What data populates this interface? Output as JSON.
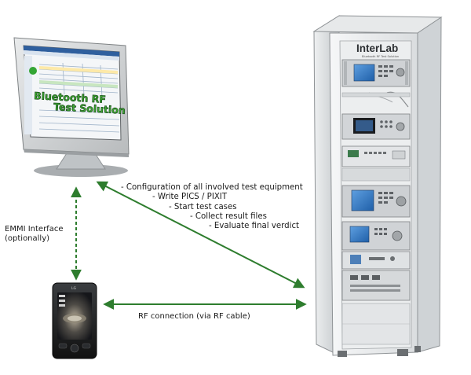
{
  "monitor": {
    "screen_title_line1": "Bluetooth RF",
    "screen_title_line2": "Test Solution"
  },
  "rack": {
    "brand": "InterLab",
    "brand_subtitle": "Bluetooth RF Test Solution"
  },
  "steps": [
    "- Configuration of all involved test equipment",
    "- Write PICS / PIXIT",
    "- Start test cases",
    "- Collect result files",
    "- Evaluate final verdict"
  ],
  "emmi_label": [
    "EMMI Interface",
    "(optionally)"
  ],
  "rf_label": "RF connection (via RF cable)",
  "phone": {
    "brand": "LG"
  },
  "colors": {
    "arrow": "#2e7d2e",
    "rack_body": "#d8dcdf",
    "monitor_bezel": "#c9ccce",
    "screen_text_fill": "#3fa534",
    "screen_text_stroke": "#0b3d0b"
  }
}
